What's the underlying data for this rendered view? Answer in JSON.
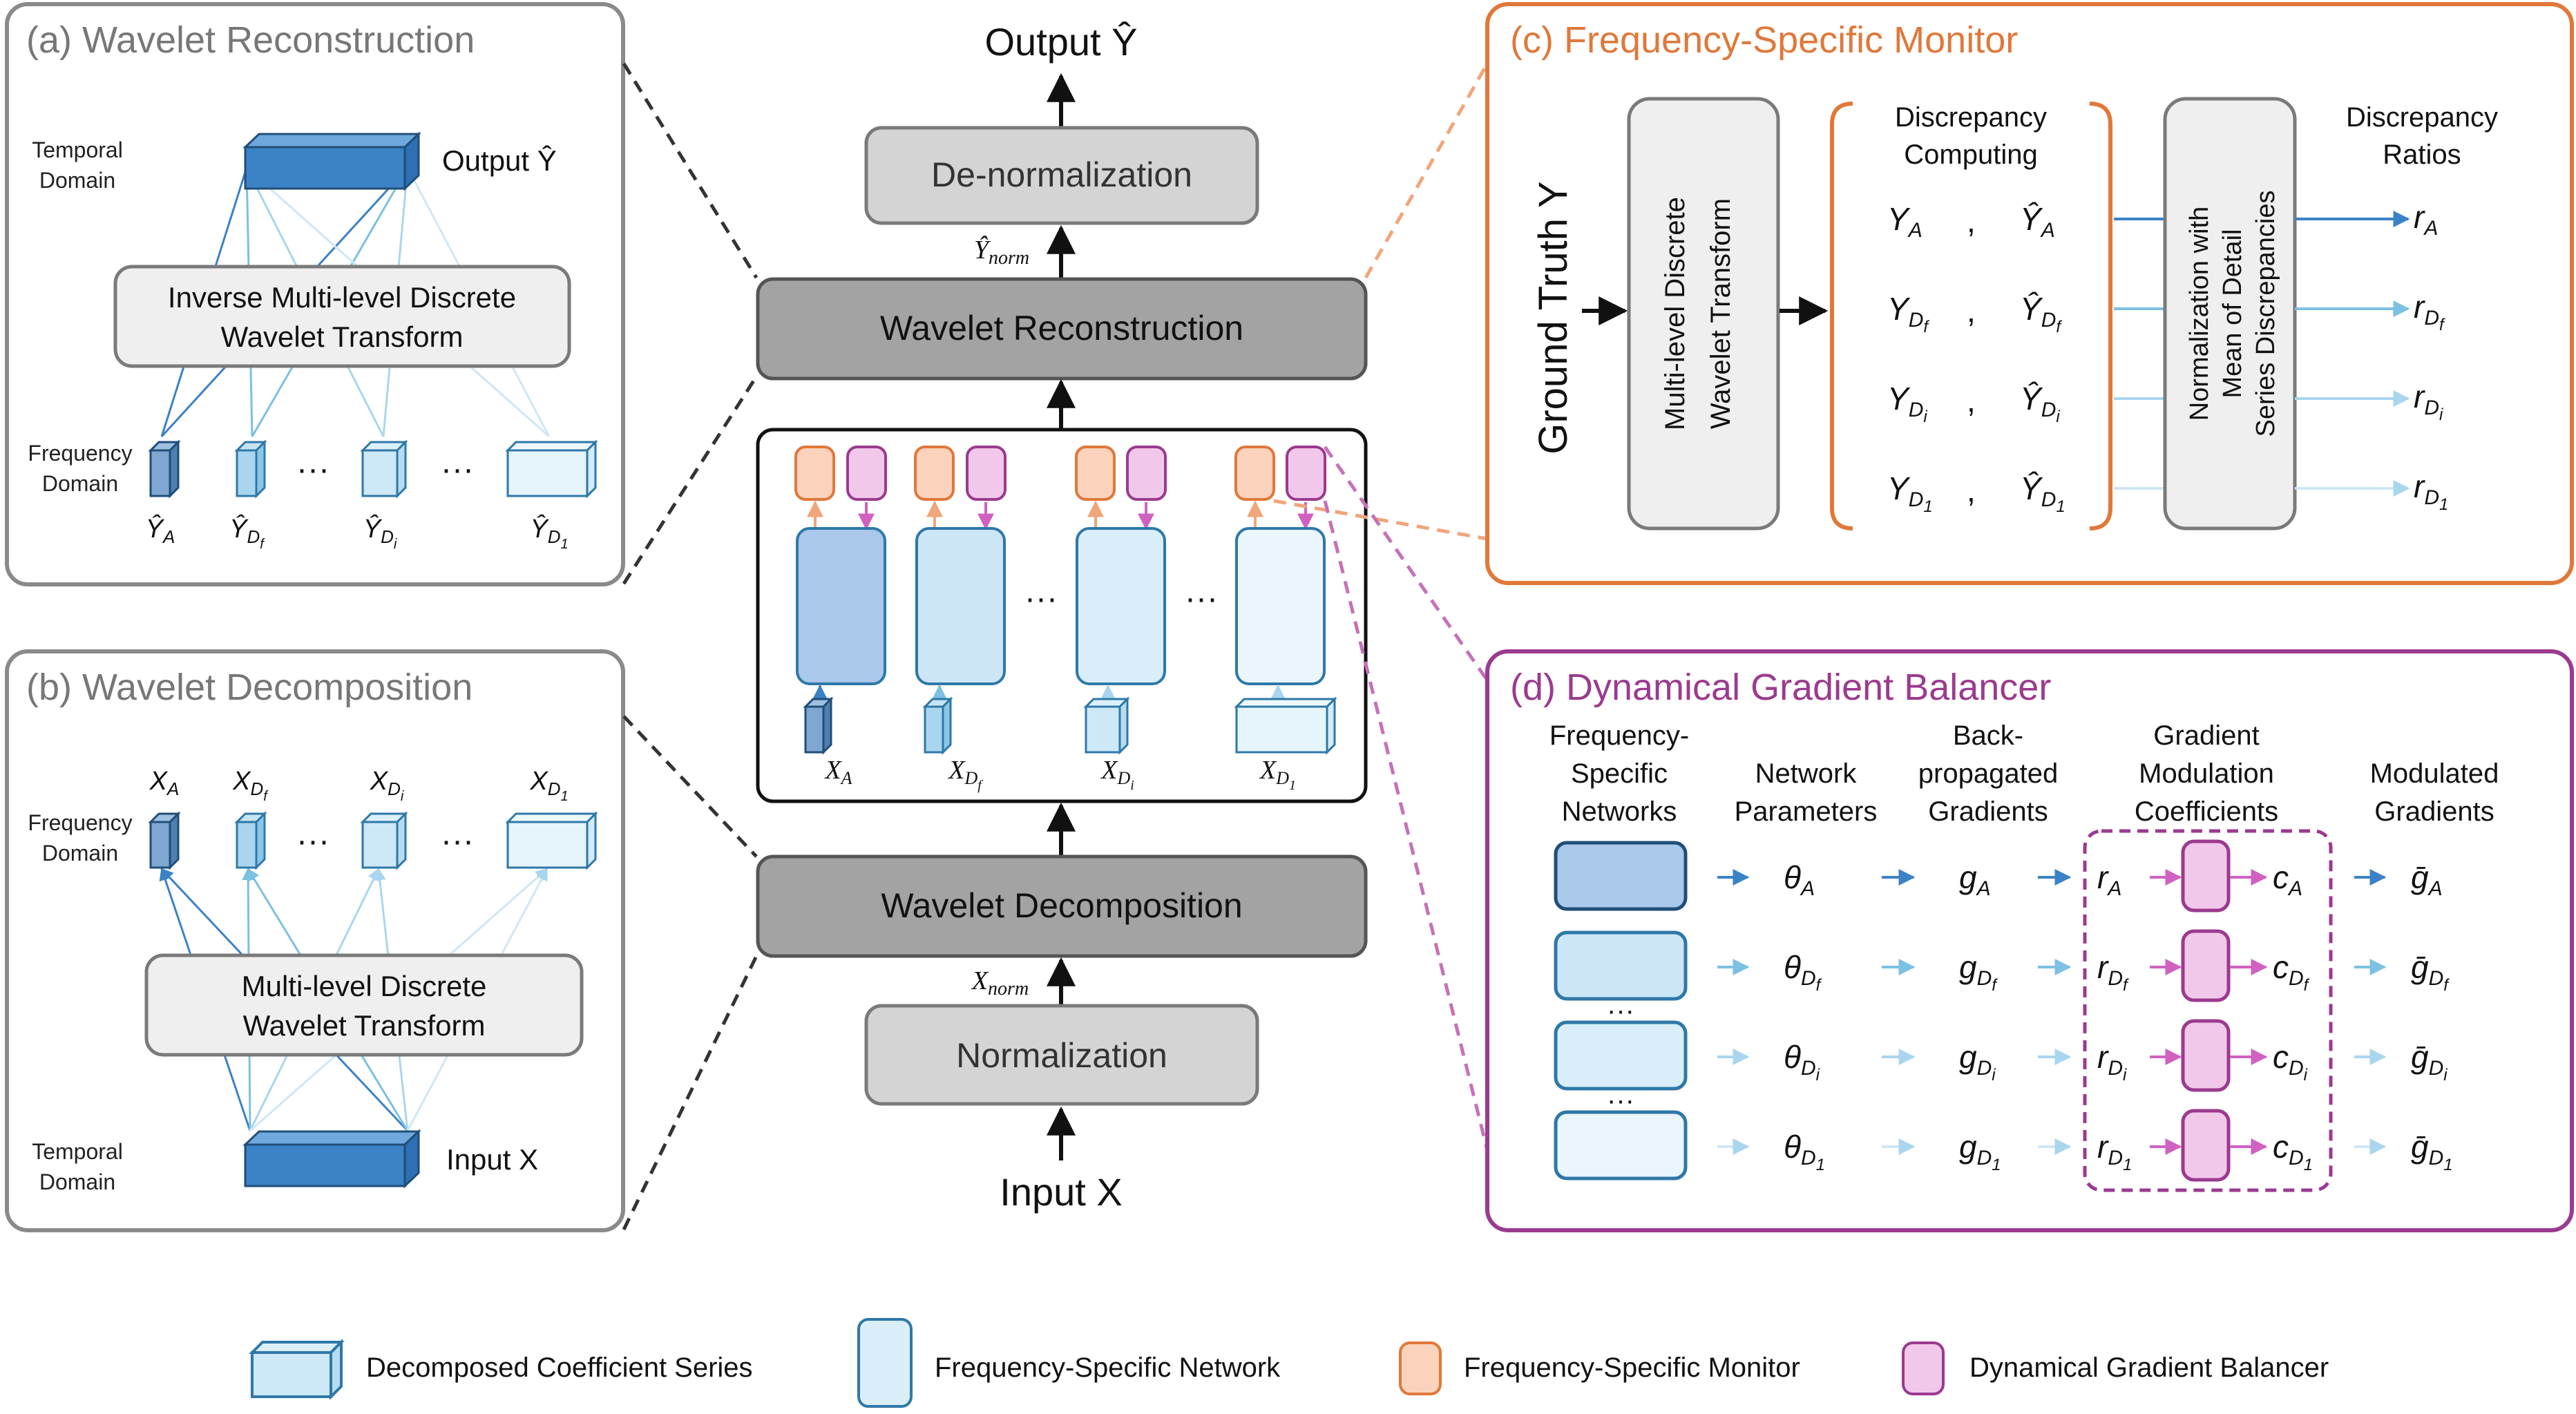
{
  "colors": {
    "orange": "#e0783a",
    "orange_fill": "#fbd3bd",
    "purple": "#9b3a8f",
    "purple_fill": "#f2c8ea",
    "blue_dark": "#3b82c6",
    "blue_mid": "#a9c8ea",
    "blue_light": "#cde6f6",
    "blue_pale": "#e9f4fb",
    "gray_box": "#d4d4d4",
    "gray_dark": "#a6a6a6",
    "panel_border": "#7f7f7f"
  },
  "center": {
    "output": "Output Ŷ",
    "denorm": "De-normalization",
    "y_norm": "Ŷnorm",
    "wavelet_reconstruction": "Wavelet Reconstruction",
    "wavelet_decomposition": "Wavelet Decomposition",
    "x_norm": "Xnorm",
    "normalization": "Normalization",
    "input": "Input X",
    "dots": "···",
    "x_labels": [
      "X_A",
      "X_Df",
      "X_Di",
      "X_D1"
    ]
  },
  "panel_a": {
    "title": "(a) Wavelet Reconstruction",
    "temporal_domain": [
      "Temporal",
      "Domain"
    ],
    "output": "Output Ŷ",
    "inverse_box": [
      "Inverse Multi-level Discrete",
      "Wavelet Transform"
    ],
    "frequency_domain": [
      "Frequency",
      "Domain"
    ],
    "dots": "···",
    "coeff_labels": [
      "Ŷ_A",
      "Ŷ_Df",
      "Ŷ_Di",
      "Ŷ_D1"
    ]
  },
  "panel_b": {
    "title": "(b) Wavelet Decomposition",
    "frequency_domain": [
      "Frequency",
      "Domain"
    ],
    "dwt_box": [
      "Multi-level Discrete",
      "Wavelet Transform"
    ],
    "temporal_domain": [
      "Temporal",
      "Domain"
    ],
    "input": "Input X",
    "dots": "···",
    "coeff_labels": [
      "X_A",
      "X_Df",
      "X_Di",
      "X_D1"
    ]
  },
  "panel_c": {
    "title": "(c) Frequency-Specific Monitor",
    "ground_truth": "Ground Truth Y",
    "dwt_box": [
      "Multi-level Discrete",
      "Wavelet Transform"
    ],
    "discrepancy_computing": [
      "Discrepancy",
      "Computing"
    ],
    "pairs": [
      [
        "Y_A",
        "Ŷ_A"
      ],
      [
        "Y_Df",
        "Ŷ_Df"
      ],
      [
        "Y_Di",
        "Ŷ_Di"
      ],
      [
        "Y_D1",
        "Ŷ_D1"
      ]
    ],
    "comma": ",",
    "normalization_box": [
      "Normalization with",
      "Mean of Detail",
      "Series Discrepancies"
    ],
    "discrepancy_ratios": [
      "Discrepancy",
      "Ratios"
    ],
    "ratios": [
      "r_A",
      "r_Df",
      "r_Di",
      "r_D1"
    ]
  },
  "panel_d": {
    "title": "(d) Dynamical Gradient Balancer",
    "headers": {
      "networks": [
        "Frequency-",
        "Specific",
        "Networks"
      ],
      "params": [
        "Network",
        "Parameters"
      ],
      "grads": [
        "Back-",
        "propagated",
        "Gradients"
      ],
      "coeffs": [
        "Gradient",
        "Modulation",
        "Coefficients"
      ],
      "modulated": [
        "Modulated",
        "Gradients"
      ]
    },
    "dots": "···",
    "rows": [
      {
        "theta": "θ_A",
        "g": "g_A",
        "r": "r_A",
        "c": "c_A",
        "gbar": "ḡ_A"
      },
      {
        "theta": "θ_Df",
        "g": "g_Df",
        "r": "r_Df",
        "c": "c_Df",
        "gbar": "ḡ_Df"
      },
      {
        "theta": "θ_Di",
        "g": "g_Di",
        "r": "r_Di",
        "c": "c_Di",
        "gbar": "ḡ_Di"
      },
      {
        "theta": "θ_D1",
        "g": "g_D1",
        "r": "r_D1",
        "c": "c_D1",
        "gbar": "ḡ_D1"
      }
    ]
  },
  "legend": {
    "coefficient_series": "Decomposed Coefficient Series",
    "network": "Frequency-Specific Network",
    "monitor": "Frequency-Specific Monitor",
    "balancer": "Dynamical Gradient Balancer"
  }
}
